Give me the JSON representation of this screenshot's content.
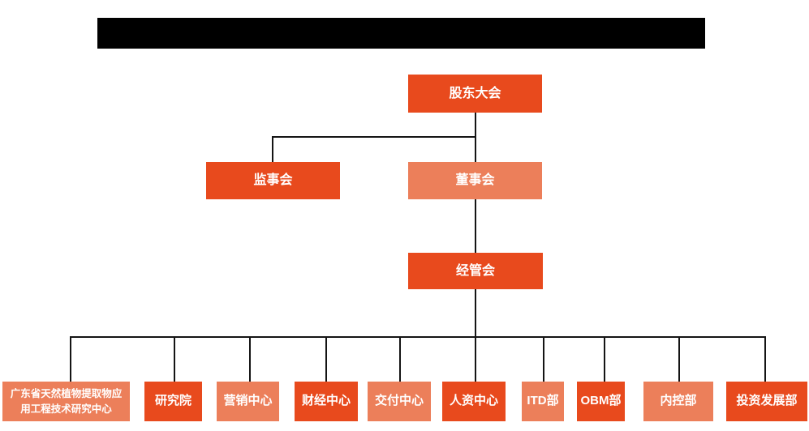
{
  "header": {
    "redacted_title_bar": ""
  },
  "colors": {
    "node_dark": "#e84a1d",
    "node_light": "#ec7f5a",
    "connector_line": "#141414",
    "node_text": "#ffffff",
    "redacted_bar": "#000000",
    "background": "#ffffff"
  },
  "org": {
    "root": {
      "label": "股东大会",
      "tone": "dark"
    },
    "level2": [
      {
        "label": "监事会",
        "tone": "dark"
      },
      {
        "label": "董事会",
        "tone": "light"
      }
    ],
    "level3": {
      "label": "经管会",
      "tone": "dark"
    },
    "departments": [
      {
        "label": "广东省天然植物提取物应用工程技术研究中心",
        "tone": "light"
      },
      {
        "label": "研究院",
        "tone": "dark"
      },
      {
        "label": "营销中心",
        "tone": "light"
      },
      {
        "label": "财经中心",
        "tone": "dark"
      },
      {
        "label": "交付中心",
        "tone": "light"
      },
      {
        "label": "人资中心",
        "tone": "dark"
      },
      {
        "label": "ITD部",
        "tone": "light"
      },
      {
        "label": "OBM部",
        "tone": "dark"
      },
      {
        "label": "内控部",
        "tone": "light"
      },
      {
        "label": "投资发展部",
        "tone": "dark"
      }
    ]
  }
}
